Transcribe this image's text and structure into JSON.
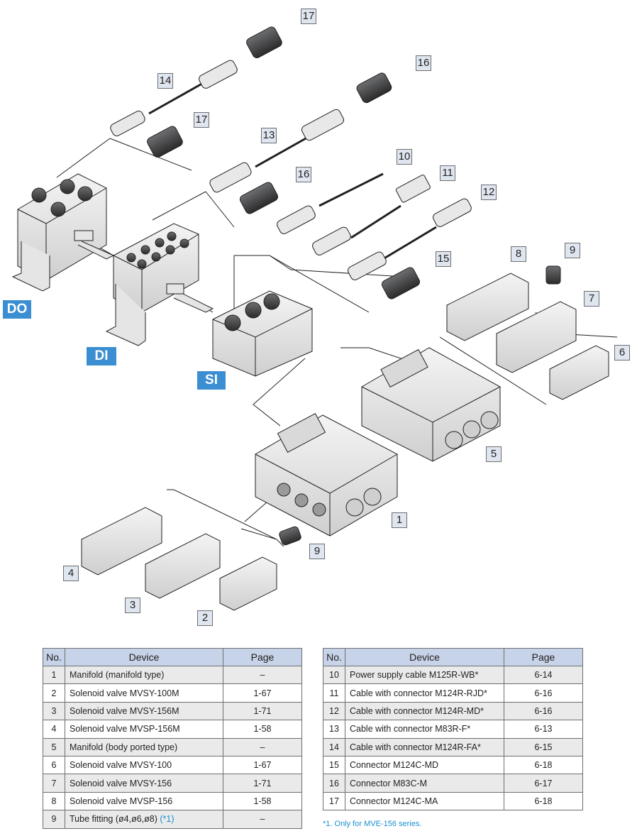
{
  "diagram": {
    "labels": {
      "do": "DO",
      "di": "DI",
      "si": "SI"
    },
    "callouts": [
      "17",
      "14",
      "17",
      "16",
      "13",
      "16",
      "10",
      "11",
      "12",
      "8",
      "9",
      "15",
      "7",
      "6",
      "5",
      "1",
      "9",
      "4",
      "3",
      "2"
    ]
  },
  "table_left": {
    "headers": [
      "No.",
      "Device",
      "Page"
    ],
    "rows": [
      {
        "no": "1",
        "device": "Manifold (manifold type)",
        "page": "–"
      },
      {
        "no": "2",
        "device": "Solenoid valve MVSY-100M",
        "page": "1-67"
      },
      {
        "no": "3",
        "device": "Solenoid valve MVSY-156M",
        "page": "1-71"
      },
      {
        "no": "4",
        "device": "Solenoid valve MVSP-156M",
        "page": "1-58"
      },
      {
        "no": "5",
        "device": "Manifold (body ported type)",
        "page": "–"
      },
      {
        "no": "6",
        "device": "Solenoid valve MVSY-100",
        "page": "1-67"
      },
      {
        "no": "7",
        "device": "Solenoid valve MVSY-156",
        "page": "1-71"
      },
      {
        "no": "8",
        "device": "Solenoid valve MVSP-156",
        "page": "1-58"
      },
      {
        "no": "9",
        "device": "Tube fitting (ø4,ø6,ø8)",
        "note": "(*1)",
        "page": "–"
      }
    ]
  },
  "table_right": {
    "headers": [
      "No.",
      "Device",
      "Page"
    ],
    "rows": [
      {
        "no": "10",
        "device": "Power supply cable M125R-WB*",
        "page": "6-14"
      },
      {
        "no": "11",
        "device": "Cable with connector M124R-RJD*",
        "page": "6-16"
      },
      {
        "no": "12",
        "device": "Cable with connector M124R-MD*",
        "page": "6-16"
      },
      {
        "no": "13",
        "device": "Cable with connector M83R-F*",
        "page": "6-13"
      },
      {
        "no": "14",
        "device": "Cable with connector M124R-FA*",
        "page": "6-15"
      },
      {
        "no": "15",
        "device": "Connector M124C-MD",
        "page": "6-18"
      },
      {
        "no": "16",
        "device": "Connector M83C-M",
        "page": "6-17"
      },
      {
        "no": "17",
        "device": "Connector M124C-MA",
        "page": "6-18"
      }
    ]
  },
  "footnote": "*1. Only for MVE-156 series.",
  "colors": {
    "label_blue": "#3b8ed2",
    "callout_bg": "#dfe6ef",
    "header_bg": "#c7d3e8",
    "note_blue": "#1a8fd0"
  }
}
